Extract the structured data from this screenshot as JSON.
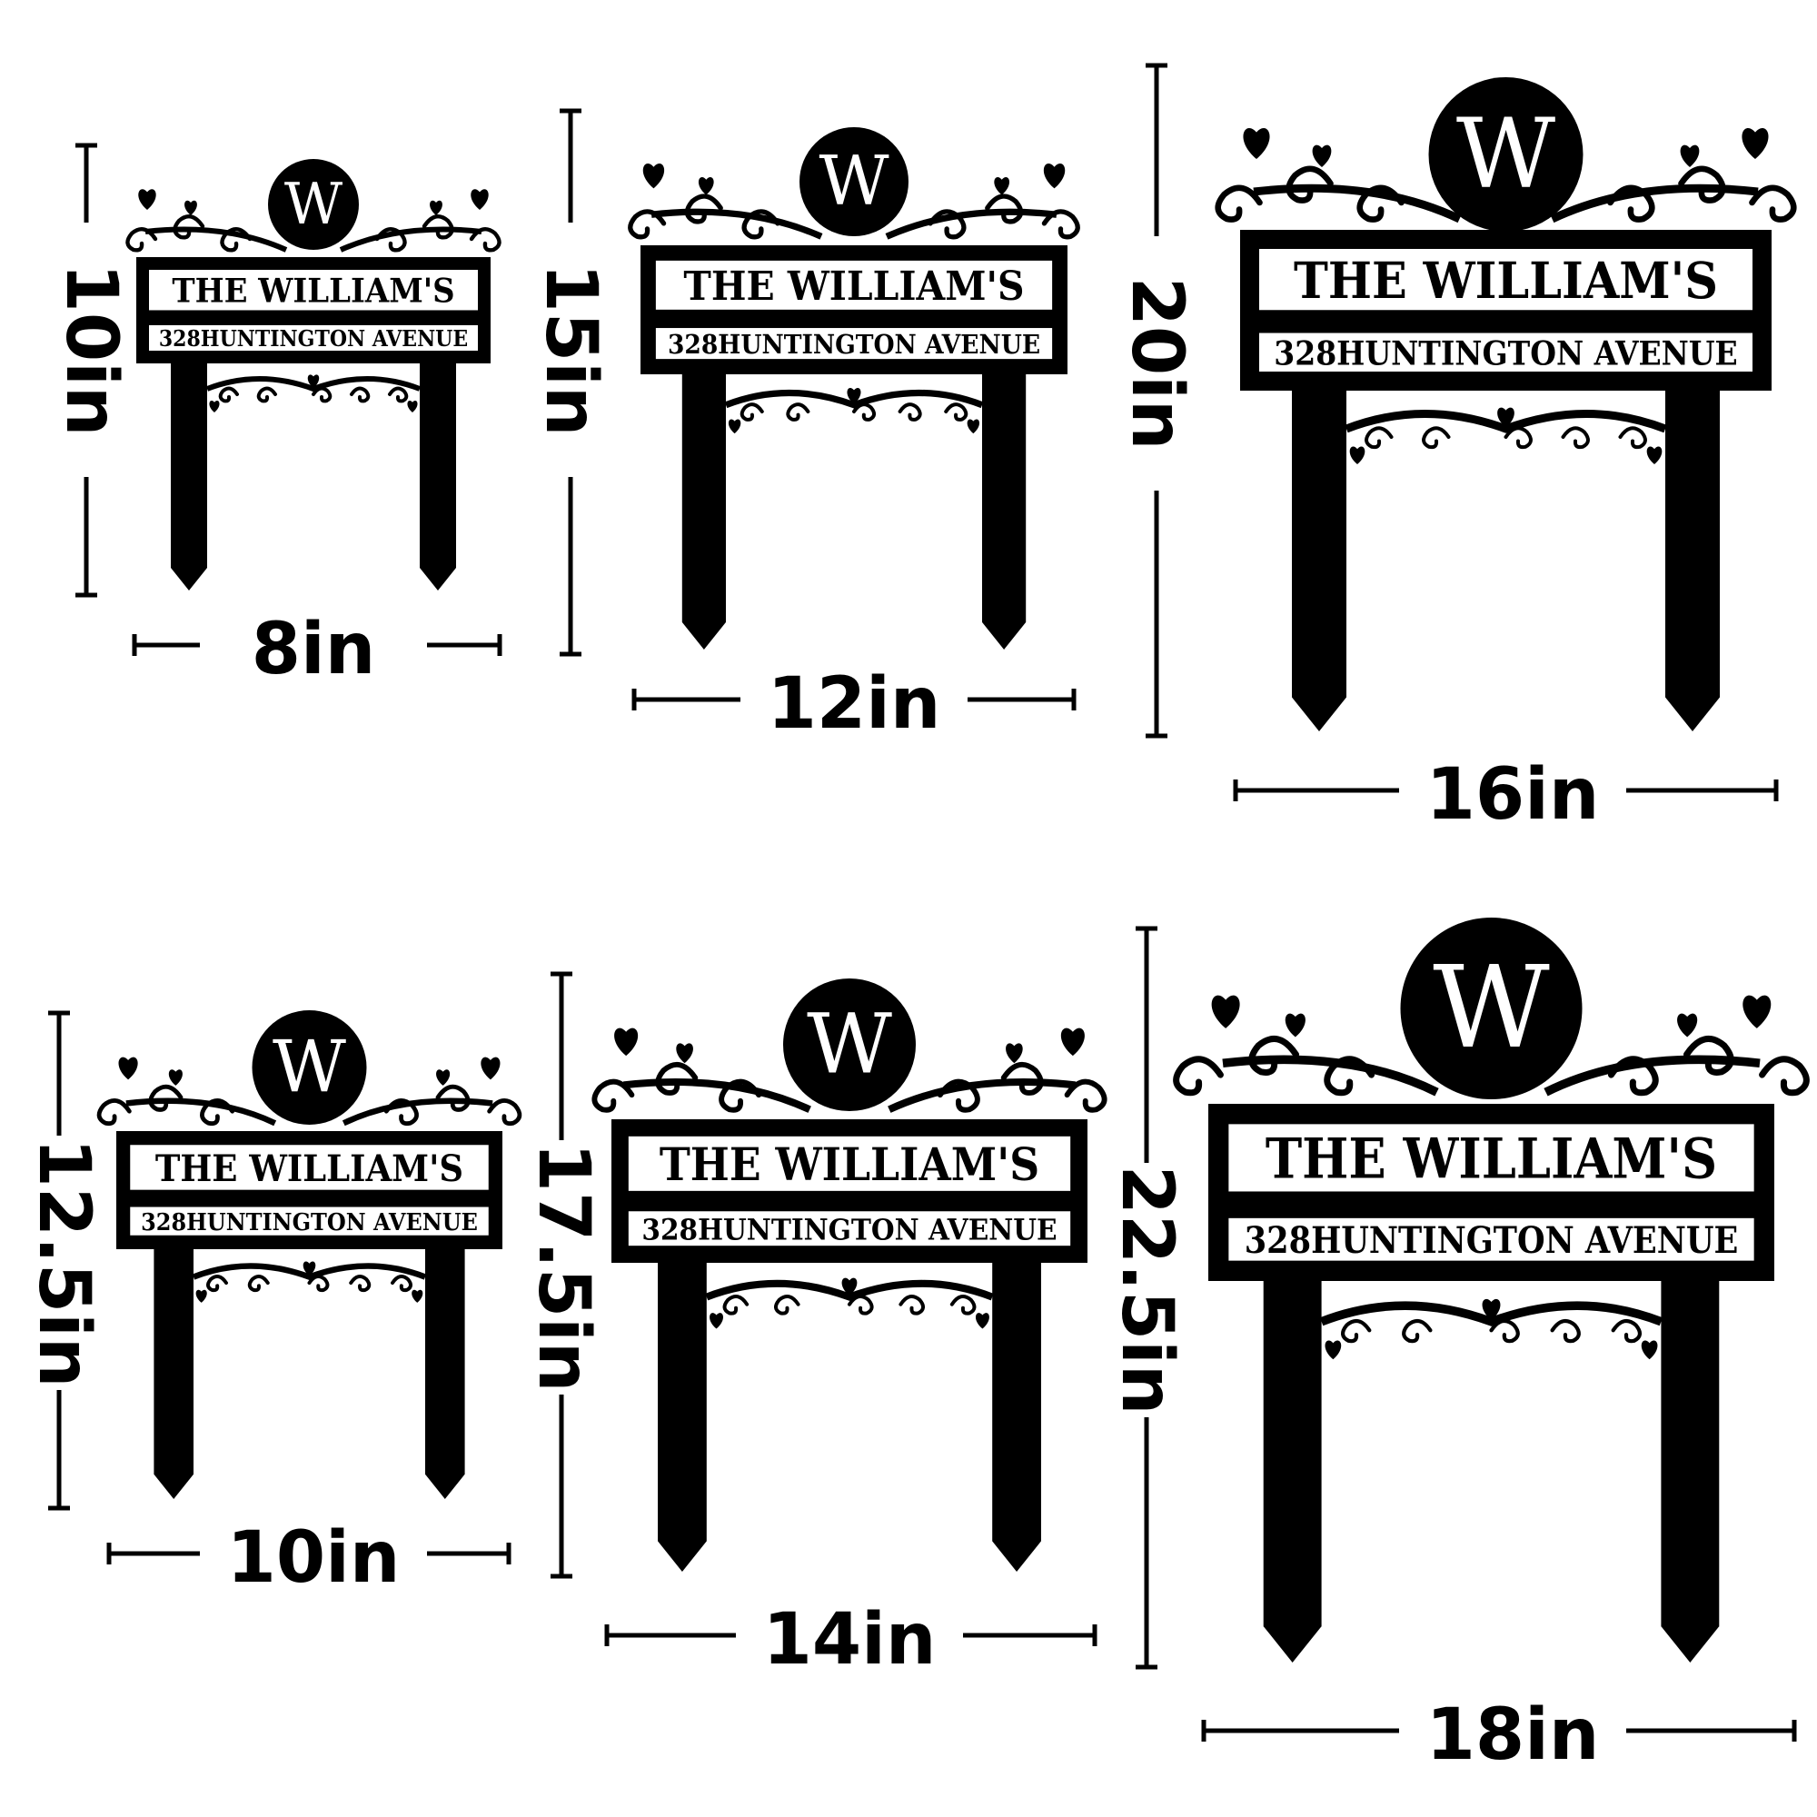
{
  "signs": [
    {
      "monogram": "W",
      "family_name": "THE WILLIAM'S",
      "address": "328HUNTINGTON AVENUE",
      "width_label": "8in",
      "height_label": "10in"
    },
    {
      "monogram": "W",
      "family_name": "THE WILLIAM'S",
      "address": "328HUNTINGTON AVENUE",
      "width_label": "12in",
      "height_label": "15in"
    },
    {
      "monogram": "W",
      "family_name": "THE WILLIAM'S",
      "address": "328HUNTINGTON AVENUE",
      "width_label": "16in",
      "height_label": "20in"
    },
    {
      "monogram": "W",
      "family_name": "THE WILLIAM'S",
      "address": "328HUNTINGTON AVENUE",
      "width_label": "10in",
      "height_label": "12.5in"
    },
    {
      "monogram": "W",
      "family_name": "THE WILLIAM'S",
      "address": "328HUNTINGTON AVENUE",
      "width_label": "14in",
      "height_label": "17.5in"
    },
    {
      "monogram": "W",
      "family_name": "THE WILLIAM'S",
      "address": "328HUNTINGTON AVENUE",
      "width_label": "18in",
      "height_label": "22.5in"
    }
  ],
  "colors": {
    "ink": "#000000",
    "paper": "#ffffff"
  }
}
